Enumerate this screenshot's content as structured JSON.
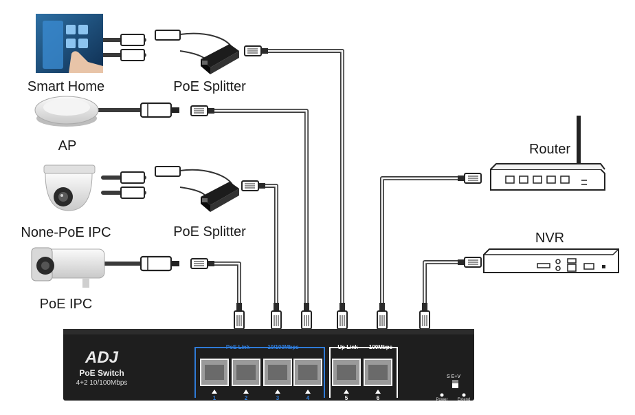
{
  "devices": {
    "smart_home": "Smart Home",
    "poe_splitter_1": "PoE Splitter",
    "ap": "AP",
    "none_poe_ipc": "None-PoE IPC",
    "poe_splitter_2": "PoE Splitter",
    "poe_ipc": "PoE IPC",
    "router": "Router",
    "nvr": "NVR"
  },
  "switch": {
    "brand": "ADJ",
    "model": "PoE Switch",
    "spec": "4+2 10/100Mbps",
    "poe_link": "PoE Link",
    "poe_speed": "10/100Mbps",
    "uplink_link": "Up Link",
    "uplink_speed": "100Mbps",
    "port_numbers": [
      "1",
      "2",
      "3",
      "4",
      "5",
      "6"
    ],
    "dip_label": "S   E+V",
    "power_label": "Power",
    "extend_label": "Extend"
  },
  "colors": {
    "switch_body": "#1e1e1e",
    "poe_accent": "#2f7bd8",
    "uplink_accent": "#ffffff",
    "cable": "#3a3a3a"
  }
}
